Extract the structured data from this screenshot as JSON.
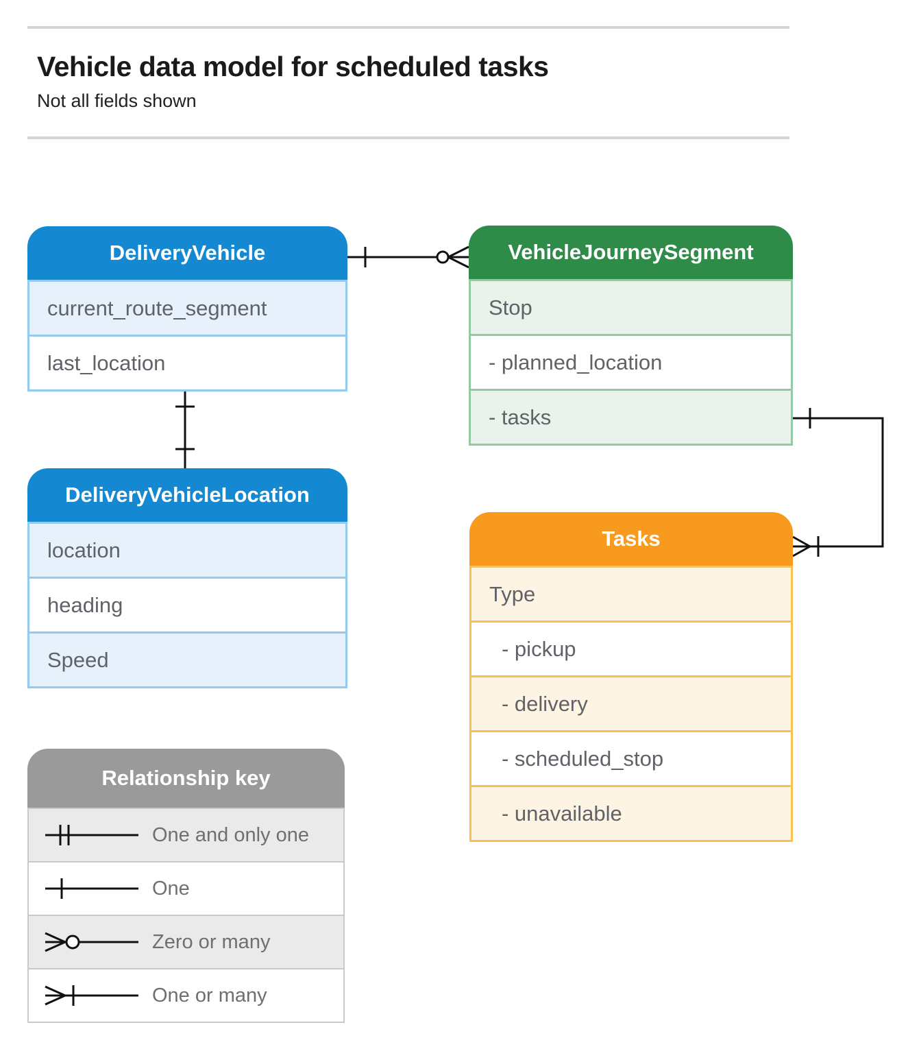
{
  "page": {
    "title": "Vehicle data model for scheduled tasks",
    "subtitle": "Not all fields shown"
  },
  "entities": {
    "deliveryVehicle": {
      "title": "DeliveryVehicle",
      "rows": [
        "current_route_segment",
        "last_location"
      ]
    },
    "vehicleJourneySegment": {
      "title": "VehicleJourneySegment",
      "rows": [
        "Stop",
        "- planned_location",
        "- tasks"
      ]
    },
    "deliveryVehicleLocation": {
      "title": "DeliveryVehicleLocation",
      "rows": [
        "location",
        "heading",
        "Speed"
      ]
    },
    "tasks": {
      "title": "Tasks",
      "rows": [
        "Type",
        "- pickup",
        "- delivery",
        "- scheduled_stop",
        "- unavailable"
      ]
    }
  },
  "legend": {
    "title": "Relationship key",
    "items": [
      {
        "symbol": "one-and-only-one",
        "label": "One and only one"
      },
      {
        "symbol": "one",
        "label": "One"
      },
      {
        "symbol": "zero-or-many",
        "label": "Zero or many"
      },
      {
        "symbol": "one-or-many",
        "label": "One or many"
      }
    ]
  },
  "relationships": [
    {
      "from": "DeliveryVehicle",
      "to": "VehicleJourneySegment",
      "from_cardinality": "one",
      "to_cardinality": "zero-or-many"
    },
    {
      "from": "DeliveryVehicle.last_location",
      "to": "DeliveryVehicleLocation",
      "from_cardinality": "one",
      "to_cardinality": "one"
    },
    {
      "from": "VehicleJourneySegment.tasks",
      "to": "Tasks",
      "from_cardinality": "one",
      "to_cardinality": "one-or-many"
    }
  ],
  "colors": {
    "blue_header": "#1489d1",
    "blue_border": "#94c9f0",
    "blue_row": "#e7f1fc",
    "green_header": "#2e8c48",
    "green_border": "#91c9a3",
    "green_row": "#e9f3ec",
    "orange_header": "#f89a1e",
    "orange_border": "#fbc14f",
    "orange_row": "#fdf4e3",
    "gray_header": "#9a9a9a",
    "gray_row": "#eaeaea",
    "row_text": "#5f6368",
    "connector_line": "#111111",
    "divider_rule": "#d5d5d5"
  }
}
